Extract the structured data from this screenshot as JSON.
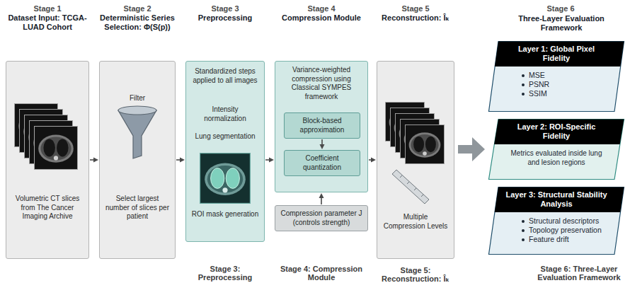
{
  "diagram": {
    "nodes": [
      {
        "text": [
          "Stage 1",
          "Dataset Input: TCGA-LUAD Cohort",
          "Volumetric CT slices from The Cancer Imaging Archive"
        ]
      },
      {
        "text": [
          "Stage 2",
          "Deterministic Series Selection: Φ(S(p))",
          "Filter",
          "Select largest number of slices per patient"
        ]
      },
      {
        "text": [
          "Stage 3",
          "Preprocessing",
          "Standardized steps applied to all images",
          "Intensity normalization",
          "Lung segmentation",
          "ROI mask generation"
        ]
      },
      {
        "text": [
          "Stage 4",
          "Compression Module",
          "Variance-weighted compression using Classical SYMPES framework"
        ]
      },
      {
        "text": [
          "Block-based approximation"
        ],
        "in": 3
      },
      {
        "text": [
          "Coefficient quantization"
        ],
        "in": 3
      },
      {
        "text": [
          "Compression parameter J (controls strength)"
        ]
      },
      {
        "text": [
          "Stage 5",
          "Reconstruction: Îₖ",
          "Multiple Compression Levels"
        ]
      },
      {
        "text": [
          "Layer 1: Global Pixel Fidelity",
          "MSE",
          "PSNR",
          "SSIM"
        ]
      },
      {
        "text": [
          "Layer 2: ROI-Specific Fidelity",
          "Metrics evaluated inside lung and lesion regions"
        ]
      },
      {
        "text": [
          "Layer 3: Structural Stability Analysis",
          "Structural descriptors",
          "Topology preservation",
          "Feature drift"
        ]
      }
    ],
    "edges": [
      {
        "from": 0,
        "to": 1,
        "arrow": "to"
      },
      {
        "from": 1,
        "to": 2,
        "arrow": "to"
      },
      {
        "from": 2,
        "to": 3,
        "arrow": "to"
      },
      {
        "from": 4,
        "to": 5,
        "arrow": "to"
      },
      {
        "from": 6,
        "to": 3,
        "arrow": "to"
      },
      {
        "from": 3,
        "to": 7,
        "arrow": "to"
      },
      {
        "from": 7,
        "to": 9,
        "arrow": "to"
      }
    ],
    "labels": [
      "Stage 6",
      "Three-Layer Evaluation Framework",
      "Stage 3: Preprocessing",
      "Stage 4: Compression Module",
      "Stage 5: Reconstruction: Îₖ",
      "Stage 6: Three-Layer Evaluation Framework"
    ]
  }
}
